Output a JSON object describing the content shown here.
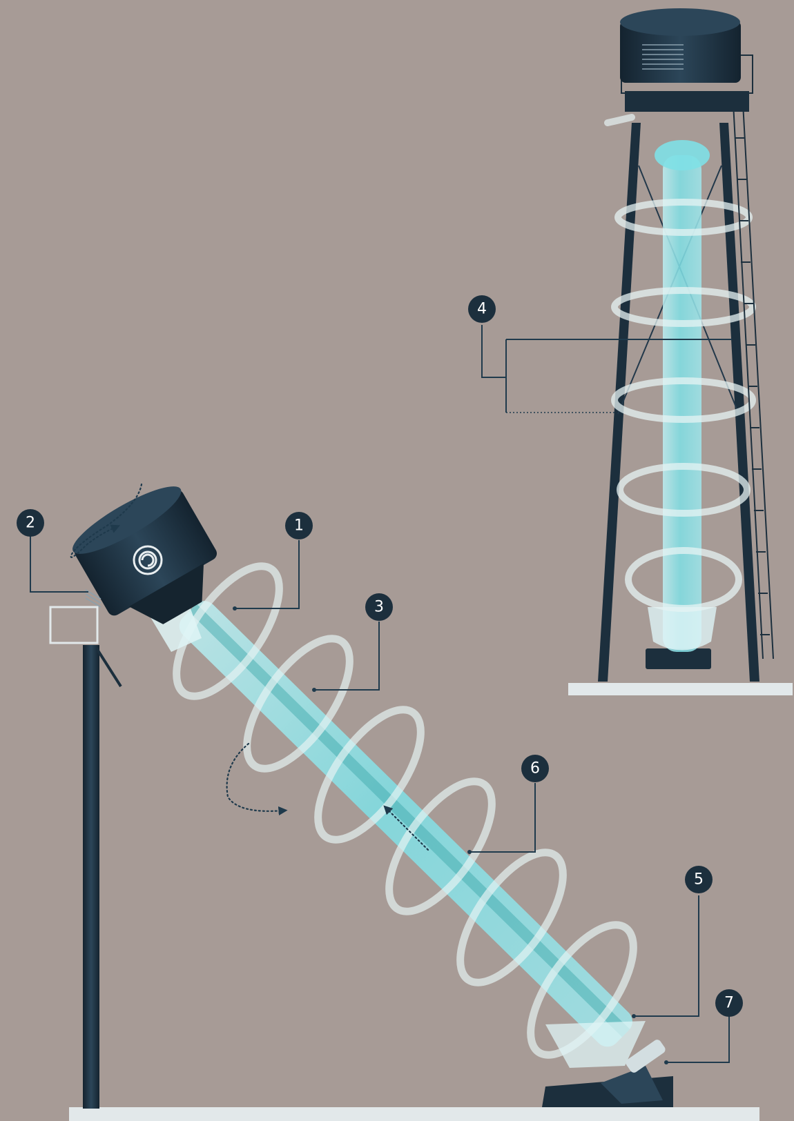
{
  "diagram": {
    "colors": {
      "background": "#a79b96",
      "navy": "#1c2f3d",
      "tube": "#7fe0e6",
      "glass": "#e9f6f7",
      "base": "#dfe6e8"
    },
    "icons": [
      "rotation-arrow-icon",
      "flow-arrow-icon",
      "logo-icon"
    ],
    "callouts": [
      {
        "number": "1",
        "part": "inlet-hood"
      },
      {
        "number": "2",
        "part": "fan-vent"
      },
      {
        "number": "3",
        "part": "helix-coil"
      },
      {
        "number": "4",
        "part": "vertical-helix-section"
      },
      {
        "number": "5",
        "part": "lower-tube"
      },
      {
        "number": "6",
        "part": "inner-tube"
      },
      {
        "number": "7",
        "part": "base-joint"
      }
    ]
  }
}
